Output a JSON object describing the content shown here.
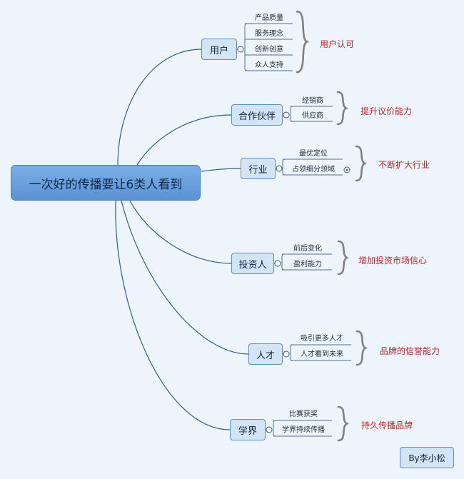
{
  "root": {
    "label": "一次好的传播要让6类人看到"
  },
  "branches": [
    {
      "label": "用户",
      "leaves": [
        "产品质量",
        "服务理念",
        "创新创意",
        "众人支持"
      ],
      "note": "用户认可"
    },
    {
      "label": "合作伙伴",
      "leaves": [
        "经销商",
        "供应商"
      ],
      "note": "提升议价能力"
    },
    {
      "label": "行业",
      "leaves": [
        "最优定位",
        "占领细分领域"
      ],
      "note": "不断扩大行业"
    },
    {
      "label": "投资人",
      "leaves": [
        "前后变化",
        "盈利能力"
      ],
      "note": "增加投资市场信心"
    },
    {
      "label": "人才",
      "leaves": [
        "吸引更多人才",
        "人才看到未来"
      ],
      "note": "品牌的信誉能力"
    },
    {
      "label": "学界",
      "leaves": [
        "比赛获奖",
        "学界持续传播"
      ],
      "note": "持久传播品牌"
    }
  ],
  "credit": "By李小松",
  "colors": {
    "connector": "#2f5f8f",
    "leaf_line": "#4a6f95",
    "brace": "#808080",
    "note": "#c0262a"
  }
}
